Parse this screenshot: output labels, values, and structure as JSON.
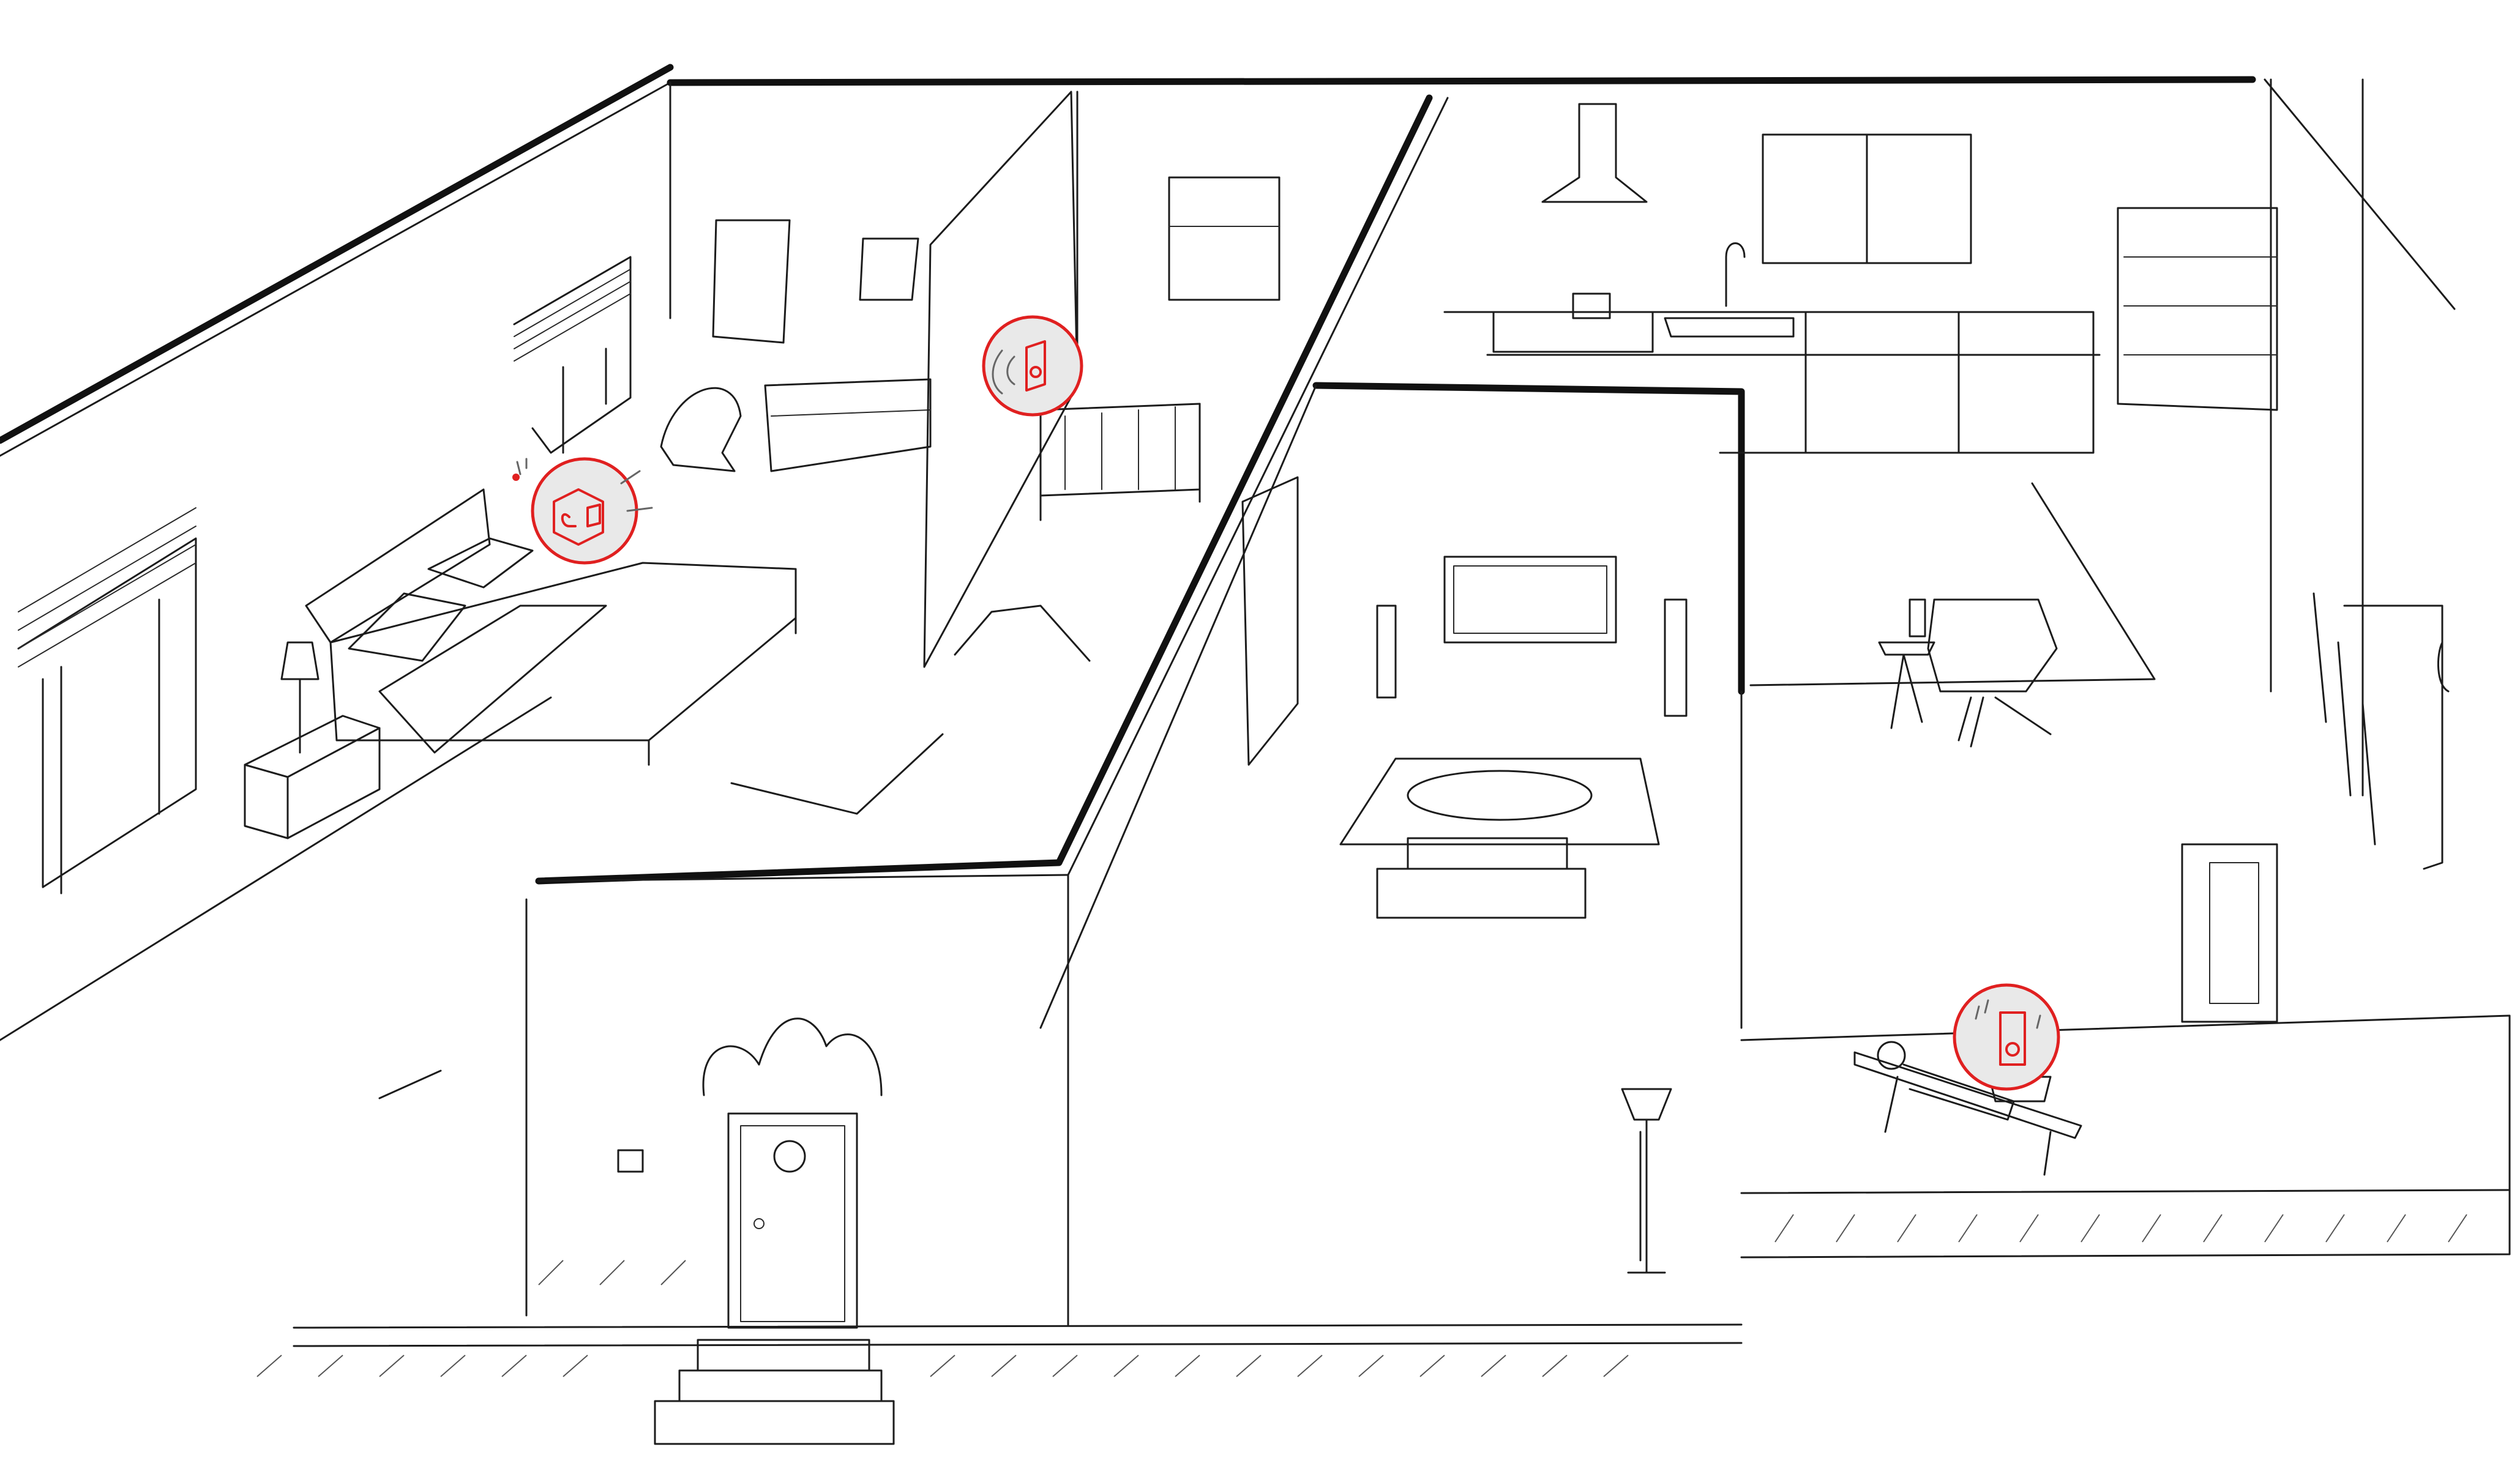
{
  "scene": {
    "kind": "isometric apartment line drawing",
    "colors": {
      "ink": "#1c1c1c",
      "accent": "#e02020",
      "hotspot_fill": "#e9e9e9",
      "background": "#ffffff"
    }
  },
  "rooms": [
    "bedroom",
    "nursery",
    "kitchen",
    "living-room",
    "dining-room",
    "terrace",
    "entrance"
  ],
  "hotspots": [
    {
      "id": "bedroom-speaker",
      "icon": "smart-speaker-music-icon"
    },
    {
      "id": "nursery-speaker",
      "icon": "wall-speaker-sound-icon"
    },
    {
      "id": "terrace-speaker",
      "icon": "portable-speaker-music-icon"
    }
  ]
}
